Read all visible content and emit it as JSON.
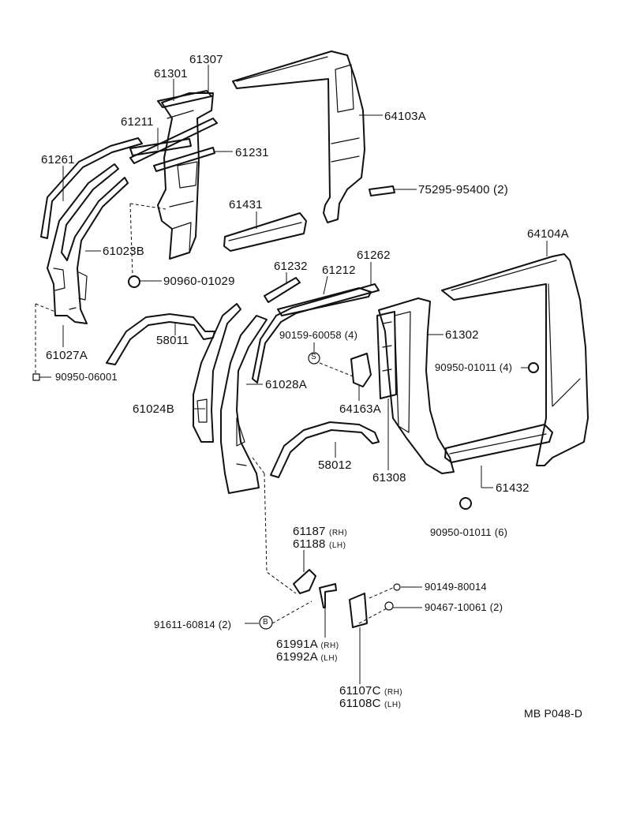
{
  "diagram": {
    "labels": {
      "p61307": "61307",
      "p61301": "61301",
      "p64103A": "64103A",
      "p61211": "61211",
      "p61261": "61261",
      "p61231": "61231",
      "p75295": "75295-95400",
      "p75295_qty": "(2)",
      "p61431": "61431",
      "p61023B": "61023B",
      "p64104A": "64104A",
      "p90960": "90960-01029",
      "p61232": "61232",
      "p61212": "61212",
      "p61262": "61262",
      "p61302": "61302",
      "p90159": "90159-60058",
      "p90159_qty": "(4)",
      "p58011": "58011",
      "p61027A": "61027A",
      "p90950a": "90950-01011",
      "p90950a_qty": "(4)",
      "p90950b": "90950-06001",
      "p61028A": "61028A",
      "p61024B": "61024B",
      "p64163A": "64163A",
      "p58012": "58012",
      "p61308": "61308",
      "p61432": "61432",
      "p90950c": "90950-01011",
      "p90950c_qty": "(6)",
      "p61187": "61187",
      "p61187_side": "(RH)",
      "p61188": "61188",
      "p61188_side": "(LH)",
      "p90149": "90149-80014",
      "p90467": "90467-10061",
      "p90467_qty": "(2)",
      "p91611": "91611-60814",
      "p91611_qty": "(2)",
      "p61991A": "61991A",
      "p61991A_side": "(RH)",
      "p61992A": "61992A",
      "p61992A_side": "(LH)",
      "p61107C": "61107C",
      "p61107C_side": "(RH)",
      "p61108C": "61108C",
      "p61108C_side": "(LH)",
      "code": "MB P048-D",
      "mark_s": "S",
      "mark_b": "B"
    }
  }
}
